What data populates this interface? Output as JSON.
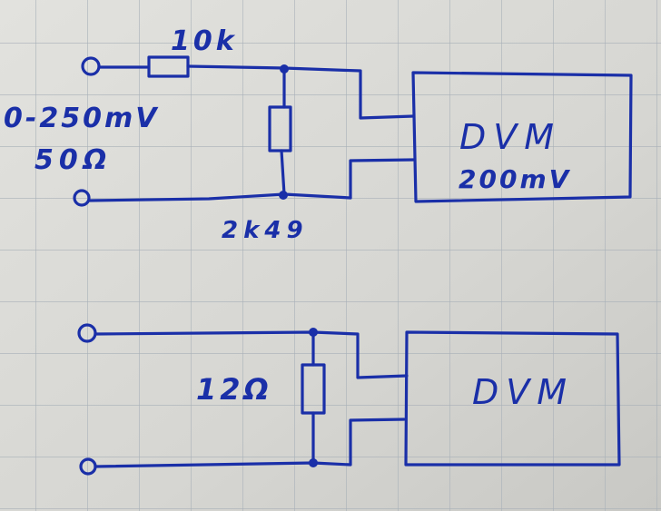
{
  "colors": {
    "paper": "#dcdcd8",
    "grid": "#a8b0b8",
    "ink": "#1a2fa8"
  },
  "circuit_1": {
    "series_resistor_label": "10k",
    "input_range_label": "0-250mV",
    "source_impedance_label": "50Ω",
    "shunt_resistor_label": "2k49",
    "meter_label": "DVM",
    "meter_range_label": "200mV"
  },
  "circuit_2": {
    "shunt_resistor_label": "12Ω",
    "meter_label": "DVM"
  }
}
